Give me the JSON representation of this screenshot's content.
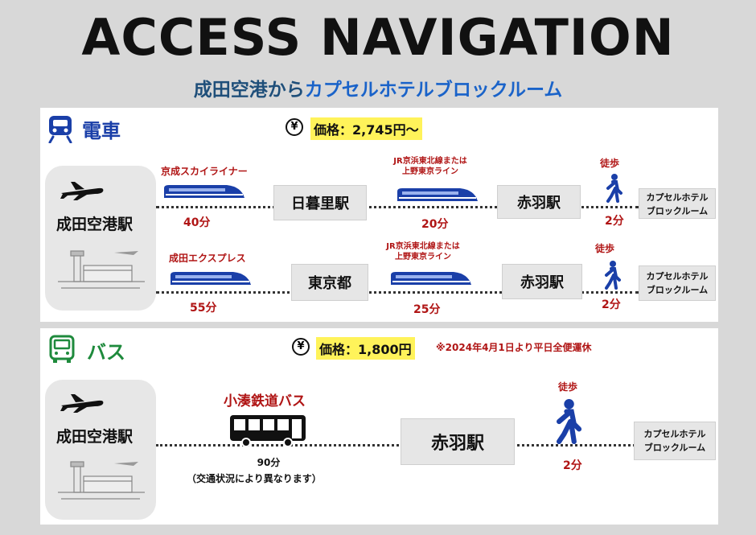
{
  "header": {
    "title": "ACCESS NAVIGATION",
    "subtitle_from": "成田空港から",
    "subtitle_to": "カプセルホテルブロックルーム"
  },
  "train": {
    "mode_label": "電車",
    "price": "価格：2,745円〜",
    "origin": "成田空港駅",
    "route1": {
      "line1": "京成スカイライナー",
      "time1": "40分",
      "transfer": "日暮里駅",
      "line2_a": "JR京浜東北線または",
      "line2_b": "上野東京ライン",
      "time2": "20分",
      "arrival": "赤羽駅",
      "walk": "徒歩",
      "walk_time": "2分",
      "hotel_a": "カプセルホテル",
      "hotel_b": "ブロックルーム"
    },
    "route2": {
      "line1": "成田エクスプレス",
      "time1": "55分",
      "transfer": "東京都",
      "line2_a": "JR京浜東北線または",
      "line2_b": "上野東京ライン",
      "time2": "25分",
      "arrival": "赤羽駅",
      "walk": "徒歩",
      "walk_time": "2分",
      "hotel_a": "カプセルホテル",
      "hotel_b": "ブロックルーム"
    }
  },
  "bus": {
    "mode_label": "バス",
    "price": "価格：1,800円",
    "notice": "※2024年4月1日より平日全便運休",
    "origin": "成田空港駅",
    "line": "小湊鉄道バス",
    "time": "90分",
    "time_note": "（交通状況により異なります）",
    "arrival": "赤羽駅",
    "walk": "徒歩",
    "walk_time": "2分",
    "hotel_a": "カプセルホテル",
    "hotel_b": "ブロックルーム"
  },
  "icons": {
    "yen": "¥",
    "train": "train-icon",
    "bus": "bus-icon",
    "plane": "airplane-icon",
    "walker": "walking-person-icon"
  },
  "colors": {
    "train_blue": "#1a3fa8",
    "bus_green": "#1e8a3c",
    "time_red": "#b01515",
    "price_highlight": "#fff35a"
  }
}
